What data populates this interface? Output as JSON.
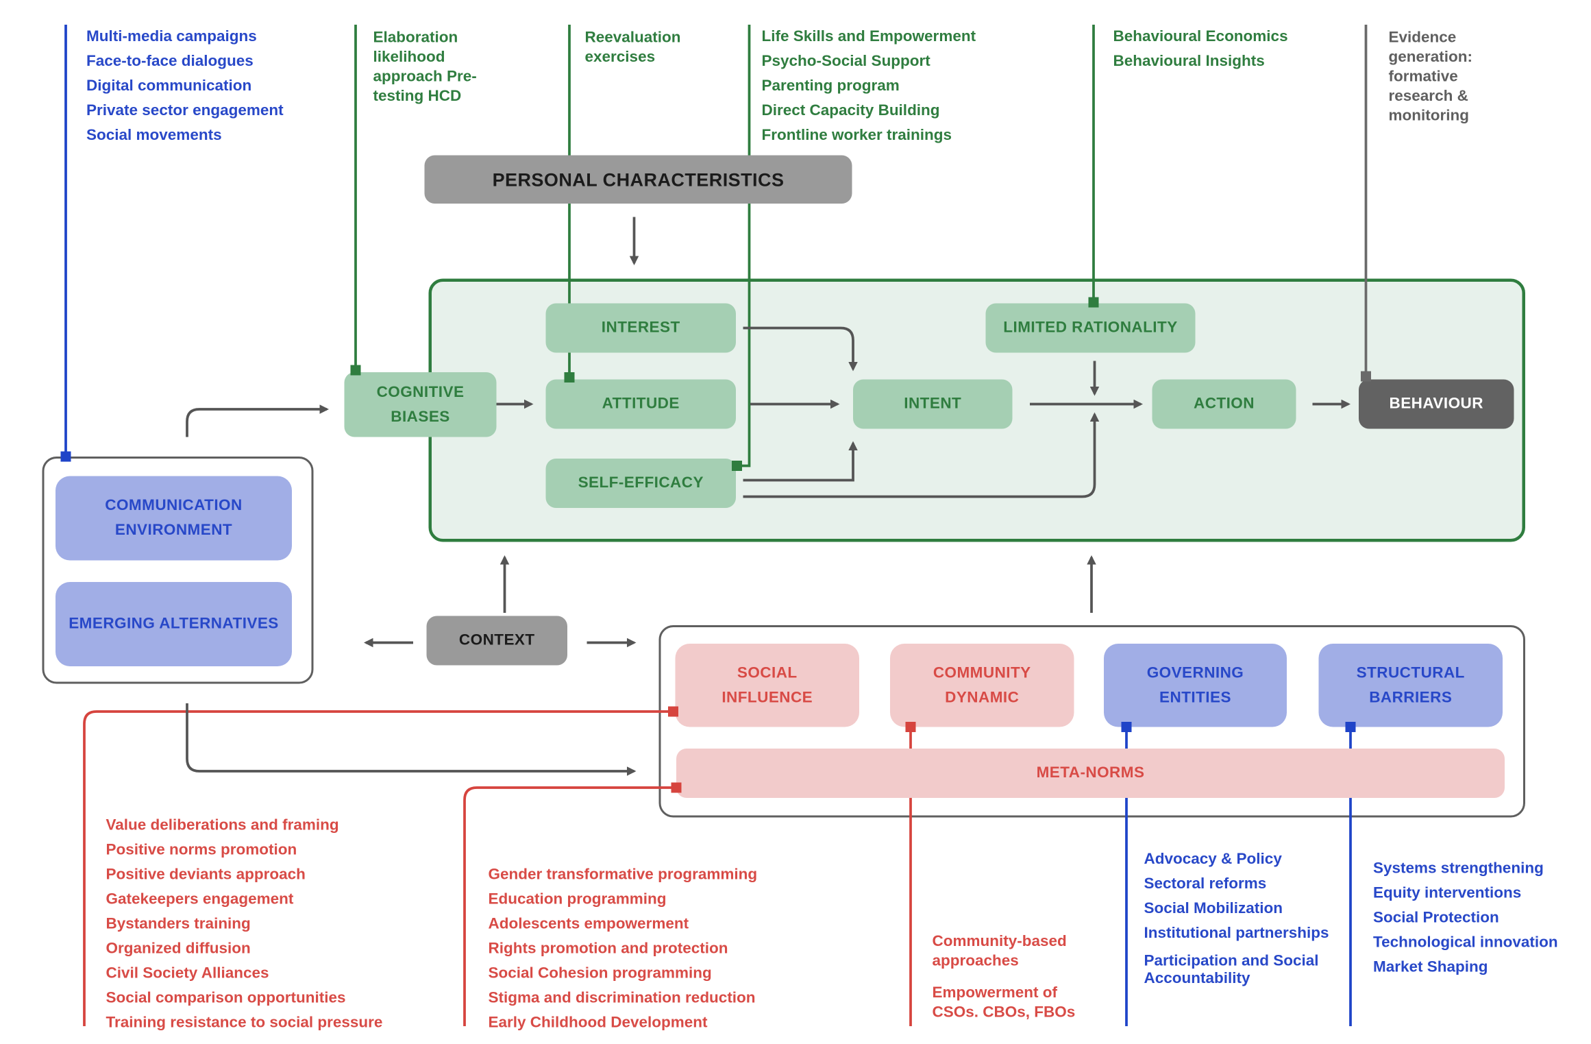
{
  "colors": {
    "green": "#2f7d3f",
    "blue": "#2848c8",
    "red": "#d84b46",
    "gray": "#6a6a6a"
  },
  "nodes": {
    "personal_characteristics": "PERSONAL CHARACTERISTICS",
    "cognitive_biases": "COGNITIVE BIASES",
    "interest": "INTEREST",
    "attitude": "ATTITUDE",
    "self_efficacy": "SELF-EFFICACY",
    "intent": "INTENT",
    "limited_rationality": "LIMITED RATIONALITY",
    "action": "ACTION",
    "behaviour": "BEHAVIOUR",
    "communication_environment": "COMMUNICATION ENVIRONMENT",
    "emerging_alternatives": "EMERGING ALTERNATIVES",
    "context": "CONTEXT",
    "social_influence": "SOCIAL INFLUENCE",
    "community_dynamic": "COMMUNITY DYNAMIC",
    "governing_entities": "GOVERNING ENTITIES",
    "structural_barriers": "STRUCTURAL BARRIERS",
    "meta_norms": "META-NORMS"
  },
  "interventions": {
    "communication": [
      "Multi-media campaigns",
      "Face-to-face dialogues",
      "Digital communication",
      "Private sector engagement",
      "Social movements"
    ],
    "elaboration": "Elaboration likelihood approach Pre-testing HCD",
    "reevaluation": "Reevaluation exercises",
    "life_skills": [
      "Life Skills and Empowerment",
      "Psycho-Social Support",
      "Parenting program",
      "Direct Capacity Building",
      "Frontline worker trainings"
    ],
    "behavioural": [
      "Behavioural Economics",
      "Behavioural Insights"
    ],
    "evidence": "Evidence generation: formative research & monitoring",
    "social_influence": [
      "Value deliberations and framing",
      "Positive norms promotion",
      "Positive deviants approach",
      "Gatekeepers engagement",
      "Bystanders training",
      "Organized diffusion",
      "Civil Society Alliances",
      "Social comparison opportunities",
      "Training resistance to social pressure"
    ],
    "meta_norms": [
      "Gender transformative programming",
      "Education programming",
      "Adolescents empowerment",
      "Rights promotion and protection",
      "Social Cohesion programming",
      "Stigma and discrimination reduction",
      "Early Childhood Development"
    ],
    "community": [
      "Community-based approaches",
      "Empowerment of CSOs. CBOs, FBOs"
    ],
    "governing": [
      "Advocacy & Policy",
      "Sectoral reforms",
      "Social Mobilization",
      "Institutional partnerships",
      "Participation and Social Accountability"
    ],
    "structural": [
      "Systems strengthening",
      "Equity interventions",
      "Social Protection",
      "Technological innovation",
      "Market Shaping"
    ]
  }
}
